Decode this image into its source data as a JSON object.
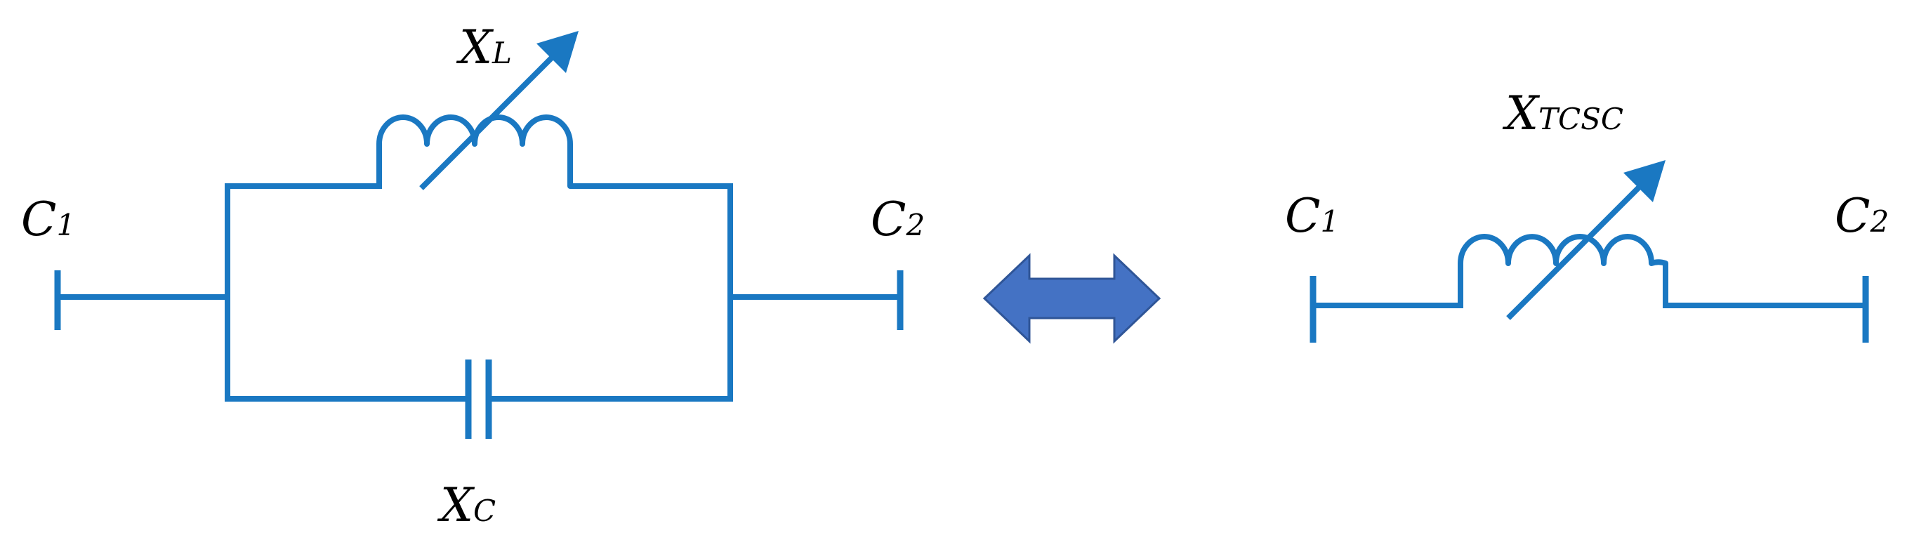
{
  "diagram": {
    "left_circuit": {
      "terminal_left": {
        "main": "C",
        "sub": "1"
      },
      "terminal_right": {
        "main": "C",
        "sub": "2"
      },
      "inductor_label": {
        "main": "X",
        "sub": "L"
      },
      "capacitor_label": {
        "main": "X",
        "sub": "C"
      }
    },
    "right_circuit": {
      "terminal_left": {
        "main": "C",
        "sub": "1"
      },
      "terminal_right": {
        "main": "C",
        "sub": "2"
      },
      "inductor_label": {
        "main": "X",
        "sub": "TCSC"
      }
    },
    "colors": {
      "wire": "#1a78c2",
      "equivalence_arrow": "#4472c4",
      "text": "#000000"
    },
    "icons": {
      "equivalence": "double-headed-arrow-icon"
    }
  }
}
